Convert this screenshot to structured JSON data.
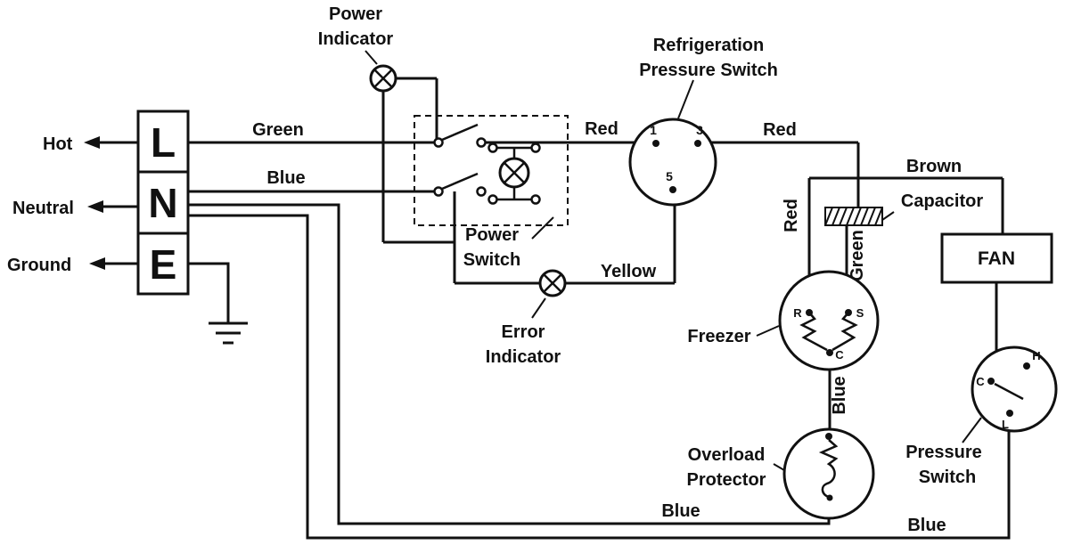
{
  "colors": {
    "ink": "#111111",
    "bg": "#ffffff"
  },
  "terminal_block": {
    "l": "L",
    "n": "N",
    "e": "E"
  },
  "mains": {
    "hot": "Hot",
    "neutral": "Neutral",
    "ground": "Ground"
  },
  "labels": {
    "power_indicator_1": "Power",
    "power_indicator_2": "Indicator",
    "power_switch_1": "Power",
    "power_switch_2": "Switch",
    "error_indicator_1": "Error",
    "error_indicator_2": "Indicator",
    "refrigeration_1": "Refrigeration",
    "refrigeration_2": "Pressure Switch",
    "capacitor": "Capacitor",
    "fan": "FAN",
    "freezer": "Freezer",
    "overload_1": "Overload",
    "overload_2": "Protector",
    "pressure_switch_1": "Pressure",
    "pressure_switch_2": "Switch"
  },
  "wires": {
    "green": "Green",
    "blue": "Blue",
    "red_left": "Red",
    "red_right": "Red",
    "brown": "Brown",
    "yellow": "Yellow",
    "red_vert": "Red",
    "green_vert": "Green",
    "blue_vert": "Blue",
    "blue_bottom_left": "Blue",
    "blue_bottom_right": "Blue"
  },
  "terminals": {
    "refrigeration": [
      "1",
      "3",
      "5"
    ],
    "freezer": [
      "R",
      "S",
      "C"
    ],
    "pressure": [
      "C",
      "H",
      "L"
    ]
  }
}
